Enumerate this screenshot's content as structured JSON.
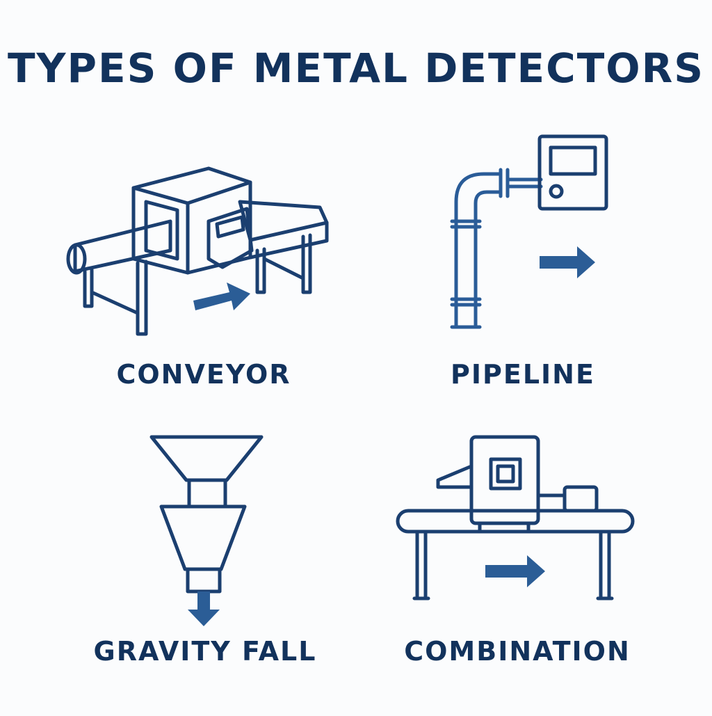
{
  "title": "TYPES OF METAL DETECTORS",
  "types": [
    {
      "label": "CONVEYOR",
      "icon": "conveyor-detector-icon"
    },
    {
      "label": "PIPELINE",
      "icon": "pipeline-detector-icon"
    },
    {
      "label": "GRAVITY FALL",
      "icon": "gravity-fall-detector-icon"
    },
    {
      "label": "COMBINATION",
      "icon": "combination-detector-icon"
    }
  ],
  "colors": {
    "primary": "#12325c",
    "accent": "#2a5c98",
    "arrow": "#2b5d96",
    "background": "#fbfcfd"
  }
}
